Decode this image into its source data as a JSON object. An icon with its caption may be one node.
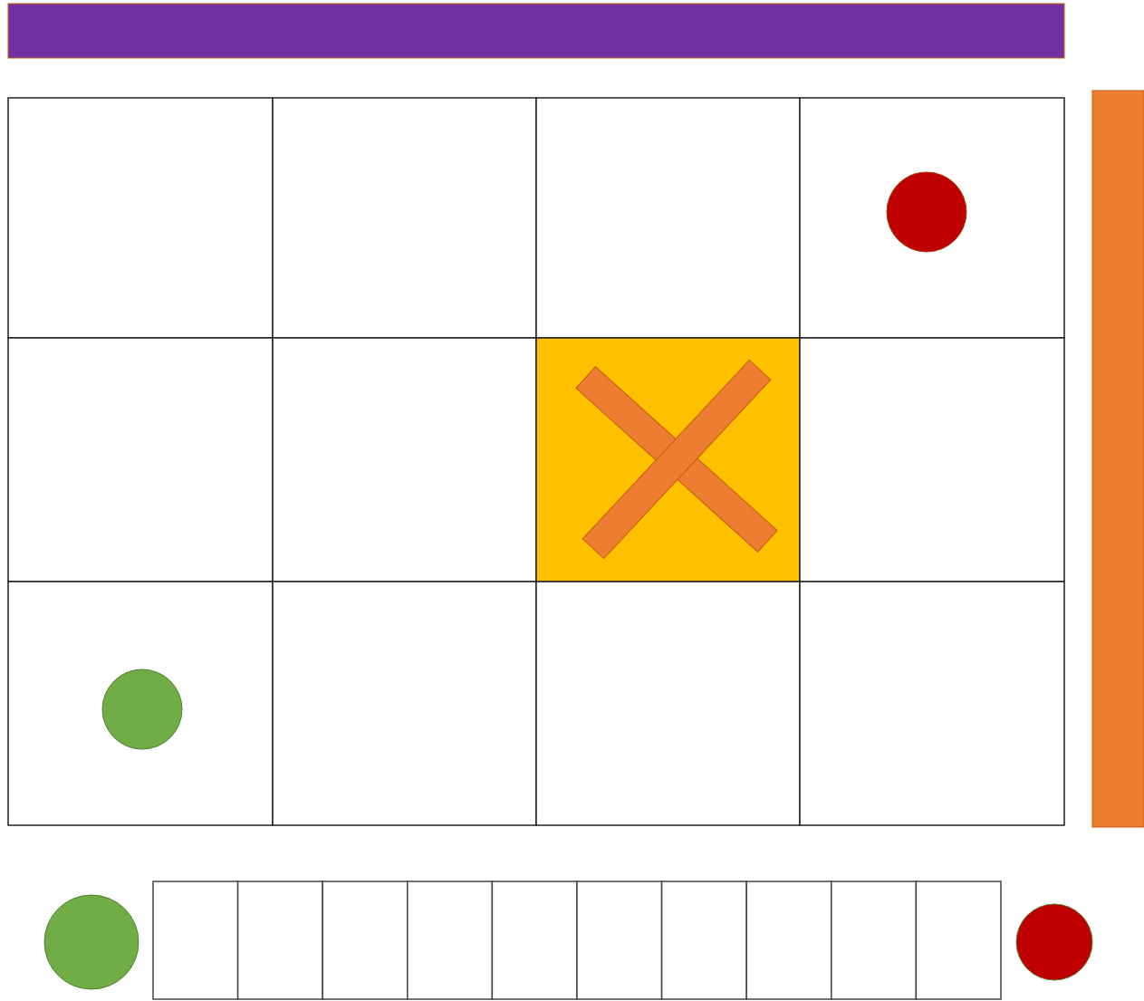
{
  "diagram": {
    "nodes": [
      {
        "text": [],
        "shape": "bar"
      },
      {
        "text": [],
        "shape": "circle"
      },
      {
        "text": [],
        "shape": "cross"
      },
      {
        "text": [],
        "shape": "bar"
      },
      {
        "text": [],
        "shape": "circle"
      },
      {
        "text": [],
        "shape": "circle"
      },
      {
        "text": [],
        "shape": "circle"
      }
    ]
  }
}
